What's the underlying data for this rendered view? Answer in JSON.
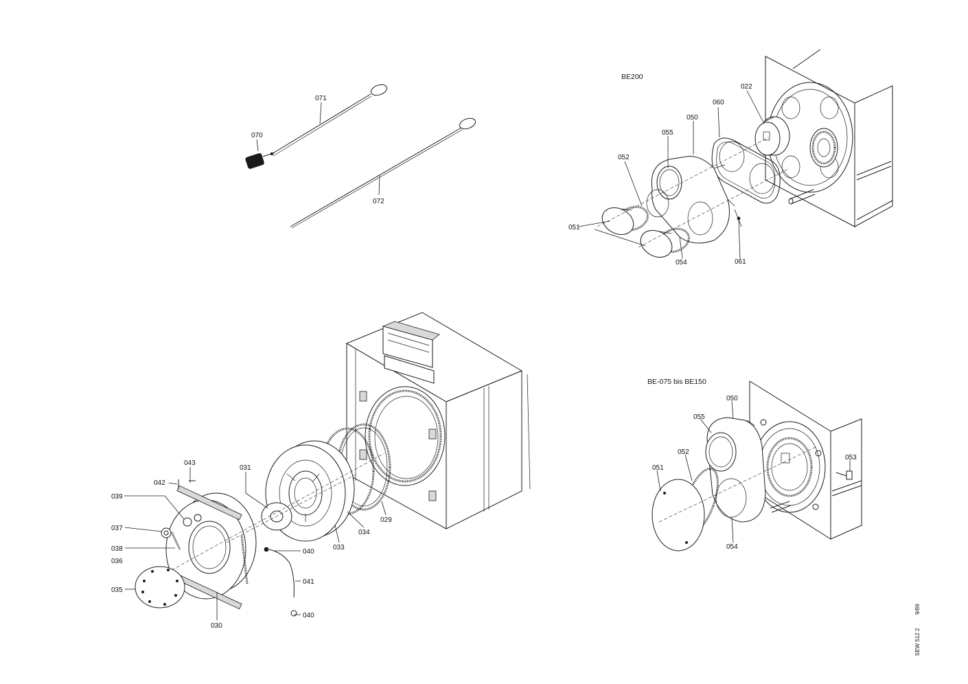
{
  "diagram": {
    "labels_top_left": {
      "p070": "070",
      "p071": "071",
      "p072": "072"
    },
    "top_right": {
      "title": "BE200",
      "p022": "022",
      "p060": "060",
      "p050": "050",
      "p055": "055",
      "p052": "052",
      "p051": "051",
      "p054": "054",
      "p061": "061"
    },
    "bottom_left": {
      "p043": "043",
      "p042": "042",
      "p031": "031",
      "p039": "039",
      "p037": "037",
      "p038": "038",
      "p036": "036",
      "p035": "035",
      "p030": "030",
      "p040a": "040",
      "p041": "041",
      "p040b": "040",
      "p033": "033",
      "p034": "034",
      "p029": "029"
    },
    "bottom_right": {
      "title": "BE-075 bis BE150",
      "p050": "050",
      "p055": "055",
      "p052": "052",
      "p051": "051",
      "p053": "053",
      "p054": "054"
    },
    "margin_code": "SEW 512 2",
    "margin_date": "9/89"
  }
}
